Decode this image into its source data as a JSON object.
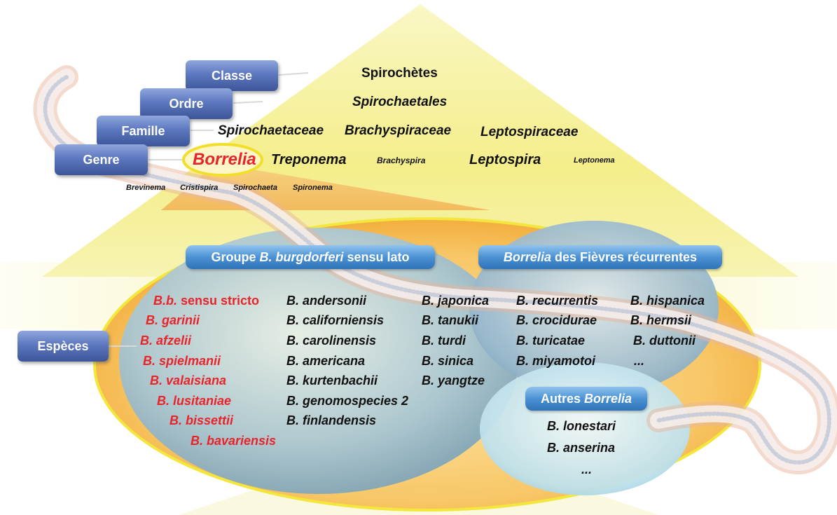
{
  "ranks": {
    "classe": "Classe",
    "ordre": "Ordre",
    "famille": "Famille",
    "genre": "Genre",
    "especes": "Espèces"
  },
  "classe": "Spirochètes",
  "ordre": "Spirochaetales",
  "families": [
    "Spirochaetaceae",
    "Brachyspiraceae",
    "Leptospiraceae"
  ],
  "genera_main": [
    "Borrelia",
    "Treponema",
    "Brachyspira",
    "Leptospira",
    "Leptonema"
  ],
  "genera_small": [
    "Brevinema",
    "Cristispira",
    "Spirochaeta",
    "Spironema"
  ],
  "groups": {
    "burgdorferi": {
      "prefix": "Groupe ",
      "italic": "B. burgdorferi",
      "suffix": " sensu lato"
    },
    "recurrent": {
      "italic": "Borrelia",
      "suffix": " des Fièvres récurrentes"
    },
    "autres": {
      "prefix": "Autres ",
      "italic": "Borrelia"
    }
  },
  "species": {
    "burgdorferi_red_first": {
      "italic": "B.b.",
      "rest": " sensu stricto"
    },
    "burgdorferi_red": [
      "B. garinii",
      "B. afzelii",
      "B. spielmanii",
      "B. valaisiana",
      "B. lusitaniae",
      "B. bissettii",
      "B. bavariensis"
    ],
    "burgdorferi_col2": [
      "B. andersonii",
      "B. californiensis",
      "B. carolinensis",
      "B. americana",
      "B. kurtenbachii",
      "B. genomospecies 2",
      "B. finlandensis"
    ],
    "burgdorferi_col3": [
      "B. japonica",
      "B. tanukii",
      "B. turdi",
      "B. sinica",
      "B. yangtze"
    ],
    "recurrent_col1": [
      "B. recurrentis",
      "B. crocidurae",
      "B. turicatae",
      "B. miyamotoi"
    ],
    "recurrent_col2": [
      "B. hispanica",
      "B. hermsii",
      "B. duttonii",
      "..."
    ],
    "autres": [
      "B. lonestari",
      "B. anserina",
      "..."
    ]
  },
  "colors": {
    "triangle": "#f5f07a",
    "egg": "#f6c35a",
    "borrelia_highlight": "#e8242b",
    "rank_box": "#5d78bf",
    "group_pill": "#4b92d4"
  }
}
